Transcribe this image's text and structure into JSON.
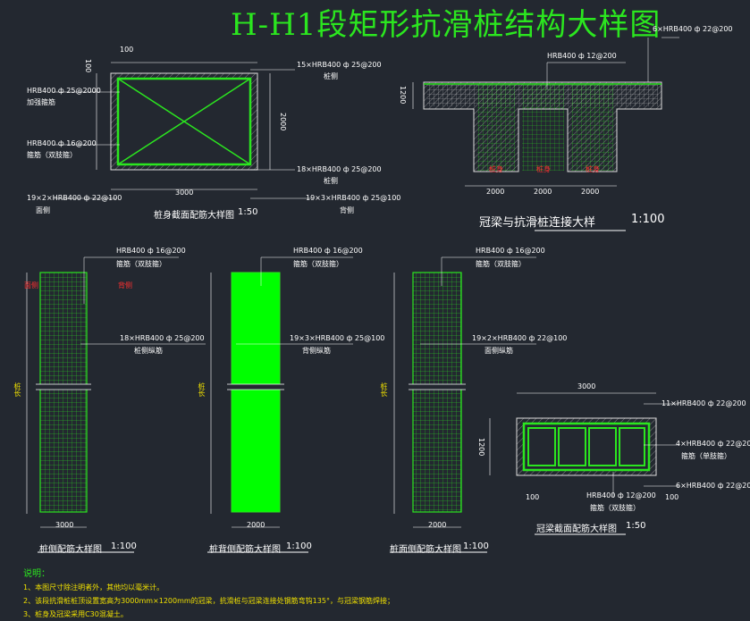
{
  "title": "H-H1段矩形抗滑桩结构大样图",
  "section_top": {
    "caption": "桩身截面配筋大样图",
    "scale": "1:50",
    "dim_top": "100",
    "dim_left": "100",
    "dim_bottom": "3000",
    "dim_right": "2000",
    "label_stirrup": "HRB400 ф 25@2000",
    "label_stirrup_name": "加强箍筋",
    "label_hoop": "HRB400 ф 16@200",
    "label_hoop_name": "箍筋（双肢箍）",
    "label_front": "19×2×HRB400 ф 22@100",
    "label_front_name": "面侧",
    "label_side_top": "15×HRB400 ф 25@200",
    "label_side_top_name": "桩侧",
    "label_side_bot": "18×HRB400 ф 25@200",
    "label_side_bot_name": "桩侧",
    "label_back": "19×3×HRB400 ф 25@100",
    "label_back_name": "背侧"
  },
  "crown_connection": {
    "caption": "冠梁与抗滑桩连接大样",
    "scale": "1:100",
    "top_label": "6×HRB400 ф 22@200",
    "mid_label": "HRB400 ф 12@200",
    "dim_left": "1200",
    "dims": [
      "2000",
      "2000",
      "2000"
    ],
    "vertical_marks": [
      "桩身",
      "桩身",
      "桩身"
    ]
  },
  "elevations": [
    {
      "caption": "桩侧配筋大样图",
      "scale": "1:100",
      "hoop": "HRB400 ф 16@200",
      "hoop_name": "箍筋（双肢箍）",
      "rebar": "18×HRB400 ф 25@200",
      "rebar_name": "桩侧纵筋",
      "left_tag": "面侧",
      "right_tag": "背侧",
      "side_mark": "桩长",
      "width": "3000"
    },
    {
      "caption": "桩背侧配筋大样图",
      "scale": "1:100",
      "hoop": "HRB400 ф 16@200",
      "hoop_name": "箍筋（双肢箍）",
      "rebar": "19×3×HRB400 ф 25@100",
      "rebar_name": "背侧纵筋",
      "side_mark": "桩长",
      "width": "2000"
    },
    {
      "caption": "桩面侧配筋大样图",
      "scale": "1:100",
      "hoop": "HRB400 ф 16@200",
      "hoop_name": "箍筋（双肢箍）",
      "rebar": "19×2×HRB400 ф 22@100",
      "rebar_name": "面侧纵筋",
      "side_mark": "桩长",
      "width": "2000"
    }
  ],
  "crown_section": {
    "caption": "冠梁截面配筋大样图",
    "scale": "1:50",
    "dim_top": "3000",
    "dim_left": "1200",
    "dim_bl": "100",
    "dim_br": "100",
    "label_top": "11×HRB400 ф 22@200",
    "label_mid1": "4×HRB400 ф 22@200",
    "label_mid1_name": "箍筋（单肢箍）",
    "label_bot": "HRB400 ф 12@200",
    "label_bot_name": "箍筋（双肢箍）",
    "label_right_bot": "6×HRB400 ф 22@200"
  },
  "notes": {
    "title": "说明：",
    "items": [
      "1、本图尺寸除注明者外，其他均以毫米计。",
      "2、该段抗滑桩桩顶设置宽高为3000mm×1200mm的冠梁，抗滑桩与冠梁连接处钢筋弯钩135°，与冠梁钢筋焊接；",
      "3、桩身及冠梁采用C30混凝土。"
    ]
  },
  "colors": {
    "background": "#232830",
    "rebar_green": "#2be61f",
    "dim_lines": "#ffffff",
    "hatch": "#c8c8c8",
    "fill_green": "#00ff00",
    "notes_yellow": "#f0e000"
  }
}
